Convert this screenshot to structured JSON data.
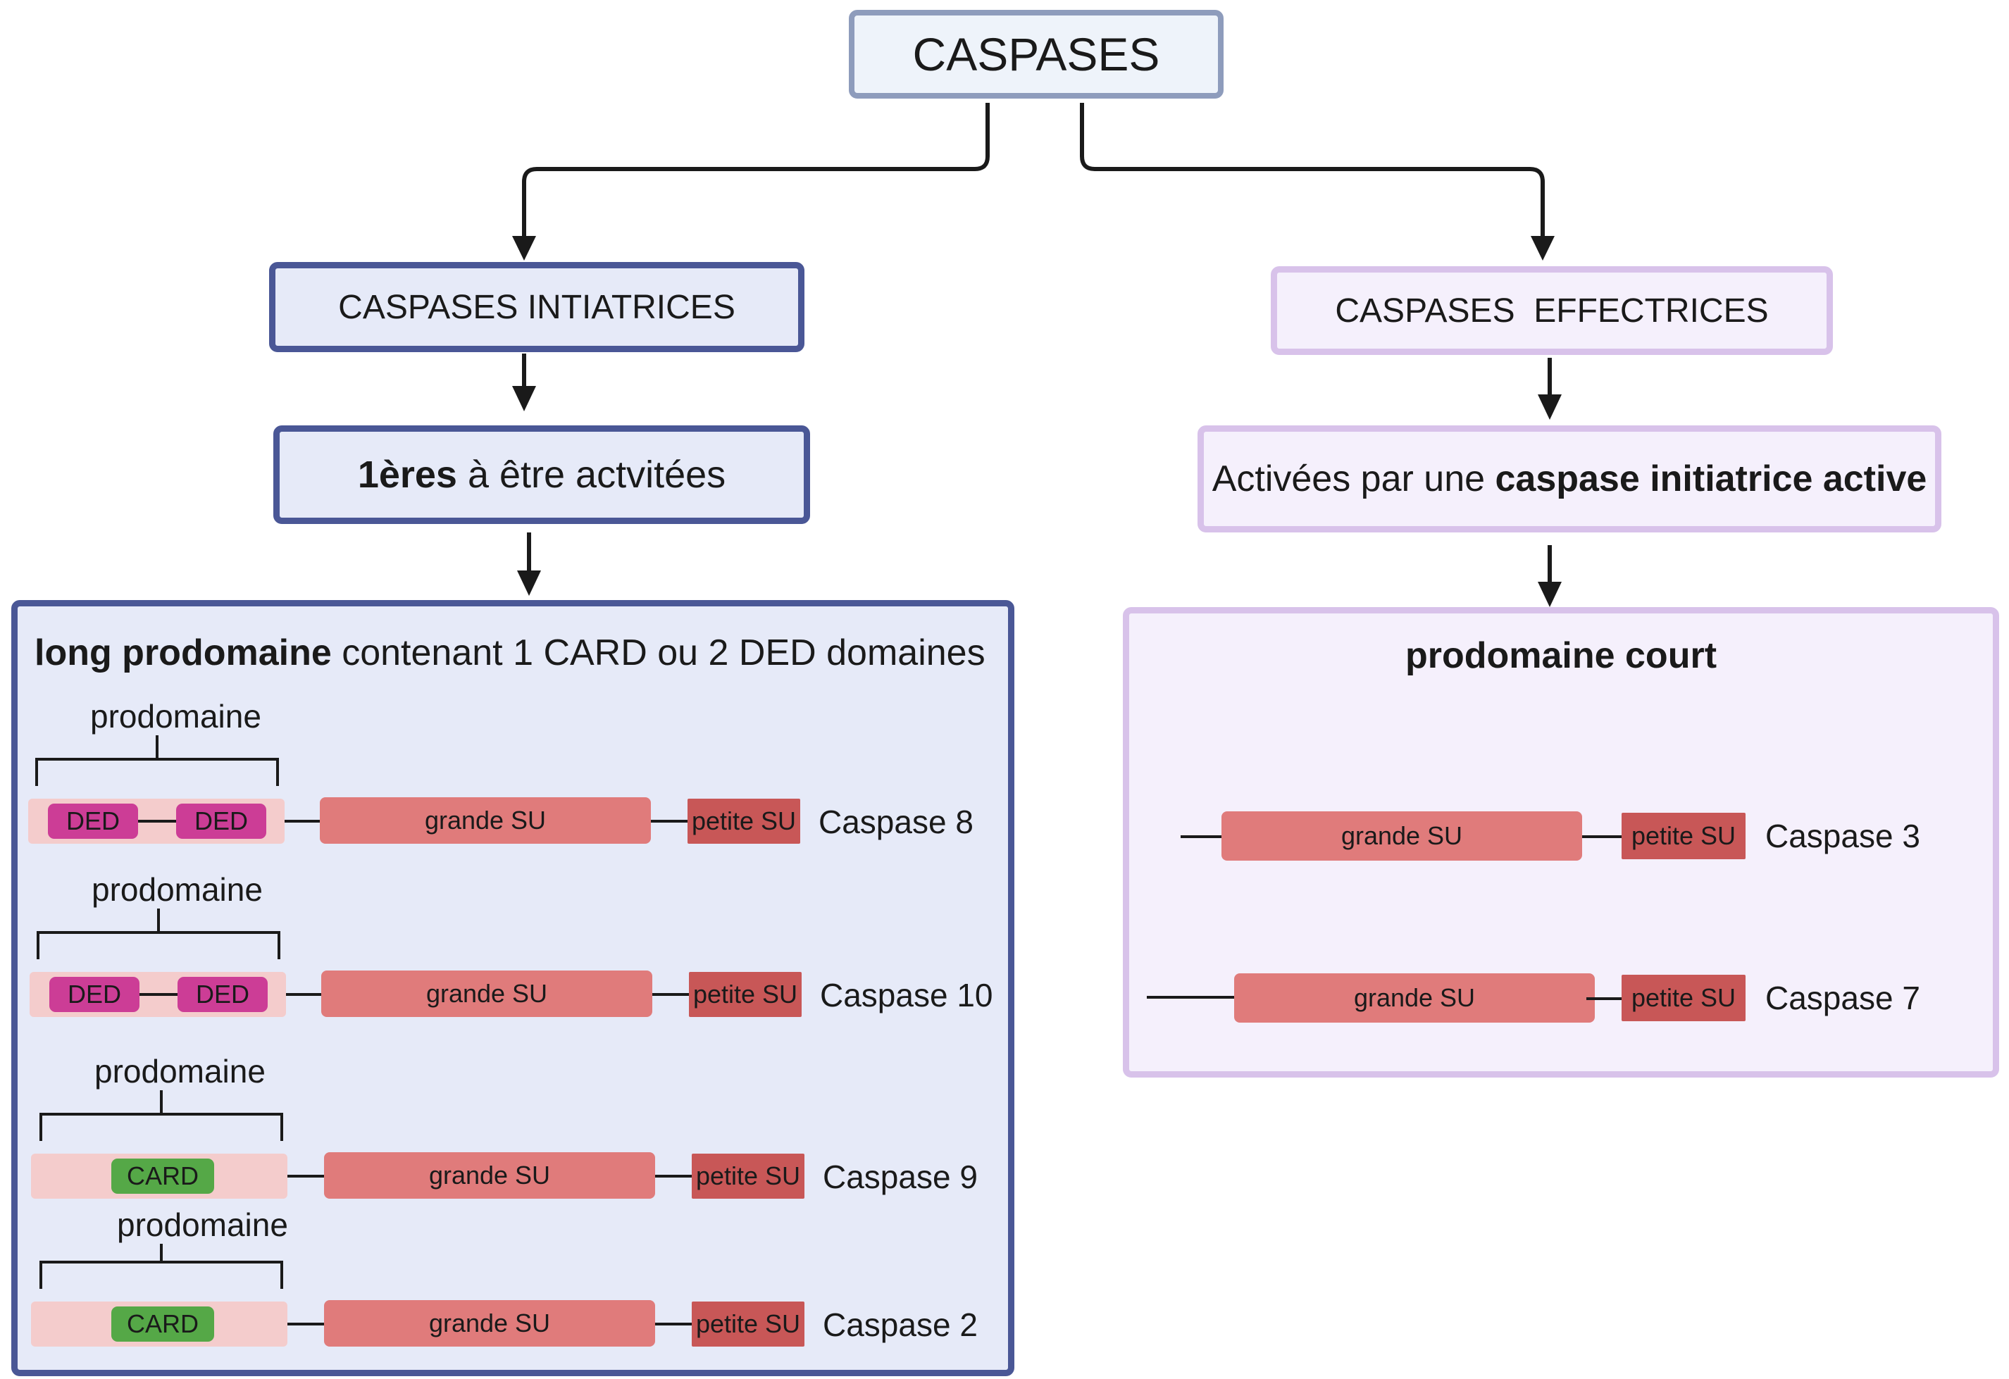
{
  "root": "CASPASES",
  "left": {
    "category": "CASPASES INTIATRICES",
    "activation_bold": "1ères",
    "activation_rest": " à être actvitées",
    "panel_bold": "long prodomaine",
    "panel_rest": " contenant  1 CARD ou  2 DED domaines",
    "rows": [
      {
        "prodomaine": "prodomaine",
        "domains": [
          "DED",
          "DED"
        ],
        "grande": "grande SU",
        "petite": "petite SU",
        "name": "Caspase 8"
      },
      {
        "prodomaine": "prodomaine",
        "domains": [
          "DED",
          "DED"
        ],
        "grande": "grande SU",
        "petite": "petite SU",
        "name": "Caspase 10"
      },
      {
        "prodomaine": "prodomaine",
        "domains": [
          "CARD"
        ],
        "grande": "grande SU",
        "petite": "petite SU",
        "name": "Caspase 9"
      },
      {
        "prodomaine": "prodomaine",
        "domains": [
          "CARD"
        ],
        "grande": "grande SU",
        "petite": "petite SU",
        "name": "Caspase 2"
      }
    ]
  },
  "right": {
    "category": "CASPASES  EFFECTRICES",
    "activation_rest": "Activées par une ",
    "activation_bold": "caspase initiatrice active",
    "panel_bold": "prodomaine court",
    "rows": [
      {
        "grande": "grande SU",
        "petite": "petite SU",
        "name": "Caspase 3"
      },
      {
        "grande": "grande SU",
        "petite": "petite SU",
        "name": "Caspase 7"
      }
    ]
  },
  "colors": {
    "initiator_border": "#4a5796",
    "initiator_fill": "#e6eaf8",
    "effector_border": "#d8c2ea",
    "effector_fill": "#f5f0fc",
    "grande_su": "#e07b7b",
    "petite_su": "#c85757",
    "ded": "#cc3d96",
    "card": "#55a847",
    "prodomaine_bg": "#f4cccc"
  }
}
